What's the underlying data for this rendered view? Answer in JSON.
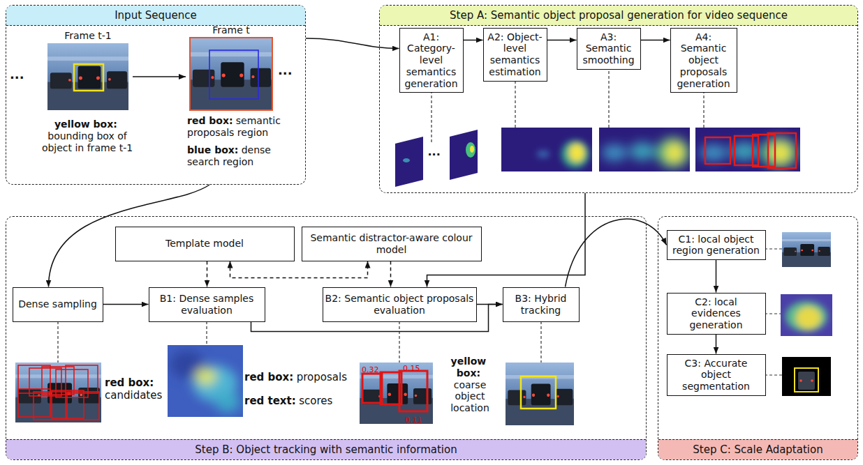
{
  "diagram": {
    "nodes": [
      {
        "text": [
          "Input Sequence"
        ]
      },
      {
        "text": [
          "Step A: Semantic object proposal generation for video sequence"
        ]
      },
      {
        "text": [
          "A1: Category-level semantics generation"
        ],
        "in": 1
      },
      {
        "text": [
          "A2: Object-level semantics estimation"
        ],
        "in": 1
      },
      {
        "text": [
          "A3: Semantic smoothing"
        ],
        "in": 1
      },
      {
        "text": [
          "A4: Semantic object proposals generation"
        ],
        "in": 1
      },
      {
        "text": [
          "Step B: Object tracking with semantic information"
        ]
      },
      {
        "text": [
          "Template model"
        ],
        "in": 6
      },
      {
        "text": [
          "Semantic distractor-aware colour model"
        ],
        "in": 6
      },
      {
        "text": [
          "Dense sampling"
        ],
        "in": 6
      },
      {
        "text": [
          "B1: Dense samples evaluation"
        ],
        "in": 6
      },
      {
        "text": [
          "B2: Semantic object proposals evaluation"
        ],
        "in": 6
      },
      {
        "text": [
          "B3: Hybrid tracking"
        ],
        "in": 6
      },
      {
        "text": [
          "Step C: Scale Adaptation"
        ]
      },
      {
        "text": [
          "C1: local object region generation"
        ],
        "in": 13
      },
      {
        "text": [
          "C2: local evidences generation"
        ],
        "in": 13
      },
      {
        "text": [
          "C3: Accurate object segmentation"
        ],
        "in": 13
      }
    ],
    "edges": [
      {
        "from": 0,
        "to": 2,
        "arrow": "to"
      },
      {
        "from": 0,
        "to": 9,
        "arrow": "to"
      },
      {
        "from": 1,
        "to": 11,
        "arrow": "to"
      },
      {
        "from": 2,
        "to": 3,
        "arrow": "to"
      },
      {
        "from": 3,
        "to": 4,
        "arrow": "to"
      },
      {
        "from": 4,
        "to": 5,
        "arrow": "to"
      },
      {
        "from": 9,
        "to": 10,
        "arrow": "to"
      },
      {
        "from": 7,
        "to": 10,
        "arrow": "to"
      },
      {
        "from": 8,
        "to": 11,
        "arrow": "to"
      },
      {
        "from": 7,
        "to": 8,
        "arrow": "both"
      },
      {
        "from": 10,
        "to": 12,
        "arrow": "to"
      },
      {
        "from": 11,
        "to": 12,
        "arrow": "to"
      },
      {
        "from": 12,
        "to": 14,
        "arrow": "to"
      },
      {
        "from": 14,
        "to": 15,
        "arrow": "to"
      },
      {
        "from": 15,
        "to": 16,
        "arrow": "to"
      }
    ],
    "labels": [
      "Frame t-1",
      "Frame t",
      "...",
      "...",
      "yellow box:",
      "bounding box of object in frame t-1",
      "red box:",
      "semantic proposals region",
      "blue box:",
      "dense search region",
      "...",
      "red box:",
      "candidates",
      "red box:",
      "proposals",
      "red text:",
      "scores",
      "0.32",
      "0.15",
      "0.11",
      "yellow box:",
      "coarse object location"
    ]
  }
}
